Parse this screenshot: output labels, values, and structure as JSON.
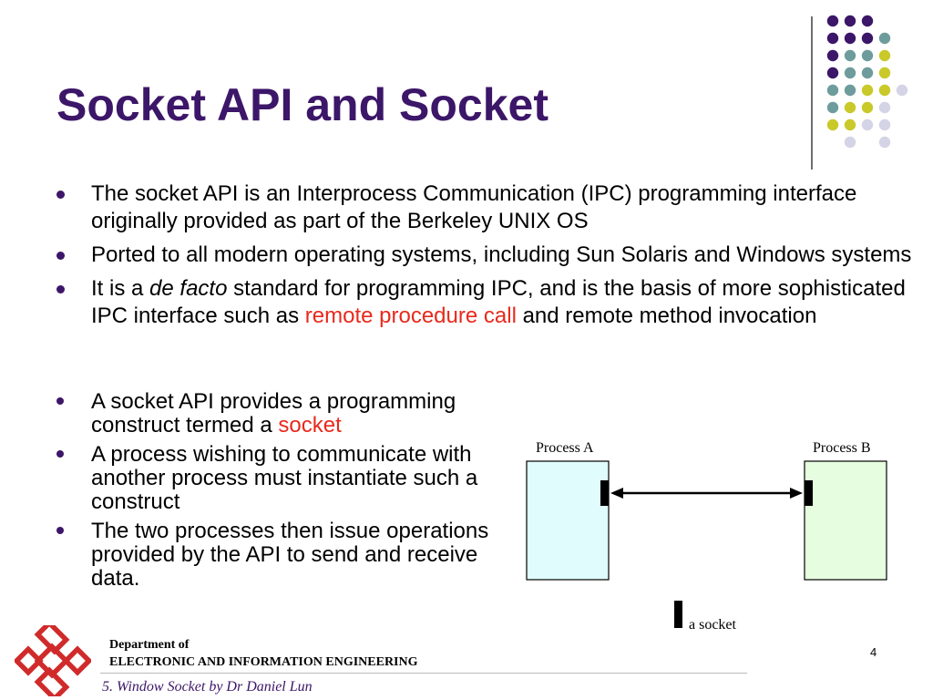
{
  "slide": {
    "title": "Socket API and Socket",
    "bullets_top": [
      [
        {
          "t": "The socket API is an Interprocess Communication (IPC) programming interface originally provided as part of the Berkeley UNIX OS",
          "s": "normal"
        }
      ],
      [
        {
          "t": "Ported to all modern operating systems, including Sun Solaris and Windows systems",
          "s": "normal"
        }
      ],
      [
        {
          "t": "It is a ",
          "s": "normal"
        },
        {
          "t": "de facto",
          "s": "italic"
        },
        {
          "t": " standard for programming IPC, and is the basis of more sophisticated IPC interface such as ",
          "s": "normal"
        },
        {
          "t": "remote procedure call",
          "s": "red"
        },
        {
          "t": " and remote method invocation",
          "s": "normal"
        }
      ]
    ],
    "bullets_left": [
      [
        {
          "t": "A socket API provides a programming construct termed a ",
          "s": "normal"
        },
        {
          "t": "socket",
          "s": "red"
        }
      ],
      [
        {
          "t": "A process wishing to communicate with another process must instantiate such a construct",
          "s": "normal"
        }
      ],
      [
        {
          "t": "The two processes then issue operations provided by the API to send and receive data.",
          "s": "normal"
        }
      ]
    ],
    "diagram": {
      "process_a_label": "Process A",
      "process_b_label": "Process B",
      "legend_label": "a socket",
      "process_a_color": "#e0fcfc",
      "process_b_color": "#e6fde0"
    },
    "footer": {
      "dept_line1": "Department of",
      "dept_line2": "ELECTRONIC AND INFORMATION ENGINEERING",
      "subtitle": "5. Window Socket by Dr Daniel Lun",
      "page_number": "4"
    }
  },
  "colors": {
    "title": "#3c1668",
    "accent_red": "#e8291c",
    "dot_purple": "#3c1668",
    "dot_teal": "#6e9c9c",
    "dot_yellow": "#c9c92a",
    "dot_lavender": "#d4d4e6",
    "logo_red": "#d02a2a"
  },
  "decor": {
    "dot_grid_colors": [
      [
        "purple",
        "purple",
        "purple",
        "",
        "",
        ""
      ],
      [
        "purple",
        "purple",
        "purple",
        "teal",
        "",
        ""
      ],
      [
        "purple",
        "teal",
        "teal",
        "yellow",
        "",
        ""
      ],
      [
        "purple",
        "teal",
        "teal",
        "yellow",
        "",
        ""
      ],
      [
        "teal",
        "teal",
        "yellow",
        "yellow",
        "lavender",
        ""
      ],
      [
        "teal",
        "yellow",
        "yellow",
        "lavender",
        "",
        ""
      ],
      [
        "yellow",
        "yellow",
        "lavender",
        "lavender",
        "",
        ""
      ],
      [
        "",
        "lavender",
        "",
        "lavender",
        "",
        ""
      ]
    ]
  }
}
